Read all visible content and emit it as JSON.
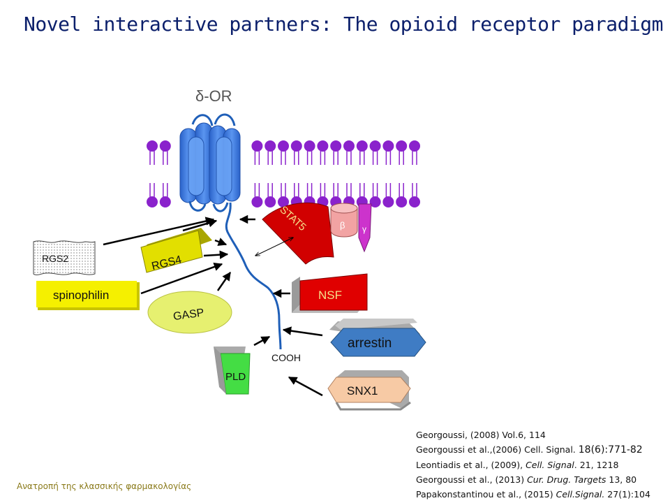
{
  "title": "Novel interactive partners: The opioid receptor paradigm",
  "receptor_label": "δ-OR",
  "proteins": {
    "rgs2": "RGS2",
    "rgs4": "RGS4",
    "spinophilin": "spinophilin",
    "gasp": "GASP",
    "pld": "PLD",
    "stat5": "STAT5",
    "beta": "β",
    "gamma": "γ",
    "nsf": "NSF",
    "arrestin": "arrestin",
    "snx1": "SNX1"
  },
  "cooh_label": "COOH",
  "references": {
    "r1": "Georgoussi, (2008) Vol.6, 114",
    "r2a": "Georgoussi et al.,(2006) Cell. Signal. ",
    "r2b": "18(6):771-82",
    "r3a": "Leontiadis et al., (2009), ",
    "r3b": "Cell. Signal",
    "r3c": ". 21, 1218",
    "r4a": "Georgoussi et al., (2013) ",
    "r4b": "Cur. Drug. Targets",
    "r4c": " 13, 80",
    "r5a": "Papakonstantinou et al., (2015) ",
    "r5b": "Cell.Signal.",
    "r5c": " 27(1):104"
  },
  "footer": "Ανατροπή της κλασσικής φαρμακολογίας",
  "colors": {
    "title": "#0b1f6b",
    "membrane_heads": "#8a22cc",
    "receptor": "#3a7de6",
    "stat5": "#d10000",
    "nsf": "#e00000",
    "arrestin": "#3f7cc4",
    "rgs4": "#e2df00",
    "spinophilin": "#f5f000",
    "gasp": "#e6f070",
    "pld": "#44dd44",
    "snx1": "#f7caa5",
    "beta": "#f2a3a3",
    "gamma": "#cc33cc"
  }
}
